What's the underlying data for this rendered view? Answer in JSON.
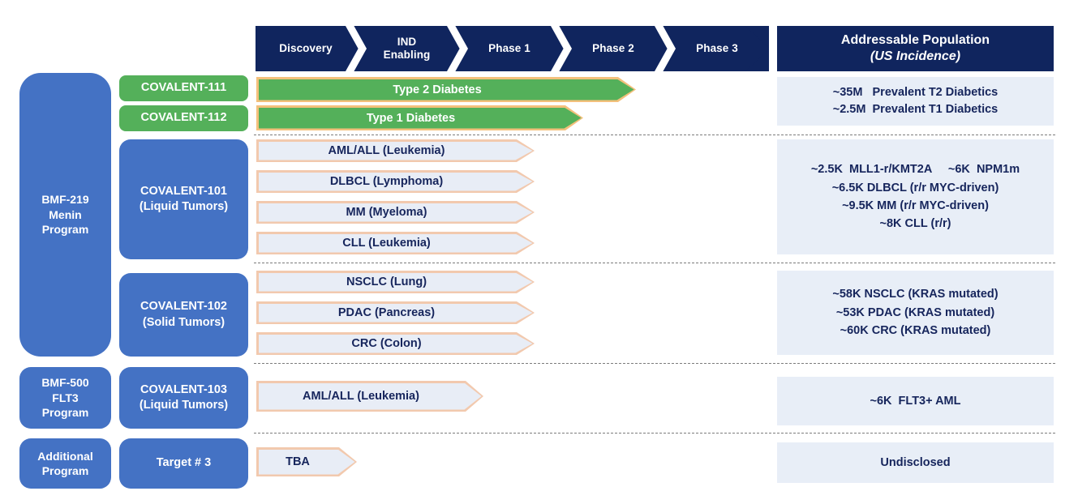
{
  "phases": {
    "items": [
      {
        "label": "Discovery"
      },
      {
        "label": "IND\nEnabling"
      },
      {
        "label": "Phase 1"
      },
      {
        "label": "Phase 2"
      },
      {
        "label": "Phase 3"
      }
    ]
  },
  "population_header": {
    "line1": "Addressable Population",
    "line2": "(US Incidence)"
  },
  "programs": [
    {
      "name": "program-bmf-219",
      "label": "BMF-219\nMenin\nProgram"
    },
    {
      "name": "program-bmf-500",
      "label": "BMF-500\nFLT3\nProgram"
    },
    {
      "name": "program-additional",
      "label": "Additional\nProgram"
    }
  ],
  "trials": [
    {
      "name": "trial-covalent-111",
      "label": "COVALENT-111",
      "style": "green"
    },
    {
      "name": "trial-covalent-112",
      "label": "COVALENT-112",
      "style": "green"
    },
    {
      "name": "trial-covalent-101",
      "label": "COVALENT-101\n(Liquid Tumors)",
      "style": "blue"
    },
    {
      "name": "trial-covalent-102",
      "label": "COVALENT-102\n(Solid Tumors)",
      "style": "blue"
    },
    {
      "name": "trial-covalent-103",
      "label": "COVALENT-103\n(Liquid Tumors)",
      "style": "blue"
    },
    {
      "name": "trial-target-3",
      "label": "Target # 3",
      "style": "blue"
    }
  ],
  "indications": [
    {
      "name": "bar-type-2-diabetes",
      "label": "Type 2 Diabetes",
      "style": "green"
    },
    {
      "name": "bar-type-1-diabetes",
      "label": "Type 1 Diabetes",
      "style": "green"
    },
    {
      "name": "bar-aml-all-101",
      "label": "AML/ALL (Leukemia)",
      "style": "light"
    },
    {
      "name": "bar-dlbcl",
      "label": "DLBCL (Lymphoma)",
      "style": "light"
    },
    {
      "name": "bar-mm",
      "label": "MM (Myeloma)",
      "style": "light"
    },
    {
      "name": "bar-cll",
      "label": "CLL (Leukemia)",
      "style": "light"
    },
    {
      "name": "bar-nsclc",
      "label": "NSCLC (Lung)",
      "style": "light"
    },
    {
      "name": "bar-pdac",
      "label": "PDAC (Pancreas)",
      "style": "light"
    },
    {
      "name": "bar-crc",
      "label": "CRC (Colon)",
      "style": "light"
    },
    {
      "name": "bar-aml-all-103",
      "label": "AML/ALL (Leukemia)",
      "style": "light"
    },
    {
      "name": "bar-tba",
      "label": "TBA",
      "style": "light"
    }
  ],
  "populations": [
    {
      "name": "population-diabetes",
      "lines": [
        "~35M   Prevalent T2 Diabetics",
        "~2.5M  Prevalent T1 Diabetics"
      ]
    },
    {
      "name": "population-liquid-tumors",
      "lines": [
        "~2.5K  MLL1-r/KMT2A     ~6K  NPM1m",
        "~6.5K DLBCL (r/r MYC-driven)",
        "~9.5K MM (r/r MYC-driven)",
        "~8K CLL (r/r)"
      ]
    },
    {
      "name": "population-solid-tumors",
      "lines": [
        "~58K NSCLC (KRAS mutated)",
        "~53K PDAC (KRAS mutated)",
        "~60K CRC (KRAS mutated)"
      ]
    },
    {
      "name": "population-flt3",
      "lines": [
        "~6K  FLT3+ AML"
      ]
    },
    {
      "name": "population-undisclosed",
      "lines": [
        "Undisclosed"
      ]
    }
  ],
  "colors": {
    "navy": "#10255E",
    "blue": "#4472C4",
    "green": "#54B05A",
    "orange_border": "#F3C07C",
    "peach_border": "#F2C9AE",
    "light_panel": "#E8EEF7",
    "text_navy": "#16255C"
  }
}
